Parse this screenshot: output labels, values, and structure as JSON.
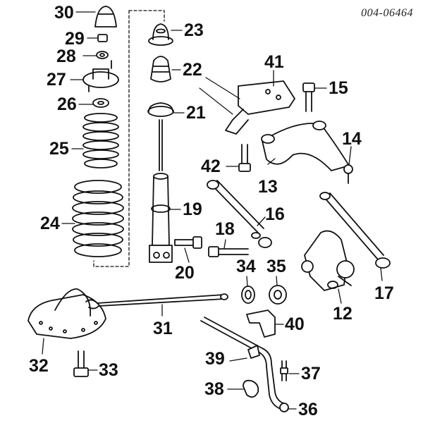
{
  "diagram": {
    "reference": "004-06464",
    "labels": {
      "p12": "12",
      "p13": "13",
      "p14": "14",
      "p15": "15",
      "p16": "16",
      "p17": "17",
      "p18": "18",
      "p19": "19",
      "p20": "20",
      "p21": "21",
      "p22": "22",
      "p23": "23",
      "p24": "24",
      "p25": "25",
      "p26": "26",
      "p27": "27",
      "p28": "28",
      "p29": "29",
      "p30": "30",
      "p31": "31",
      "p32": "32",
      "p33": "33",
      "p34": "34",
      "p35": "35",
      "p36": "36",
      "p37": "37",
      "p38": "38",
      "p39": "39",
      "p40": "40",
      "p41": "41",
      "p42": "42"
    },
    "colors": {
      "ink": "#111111",
      "paper": "#ffffff",
      "shade": "#d9d9d9"
    }
  }
}
